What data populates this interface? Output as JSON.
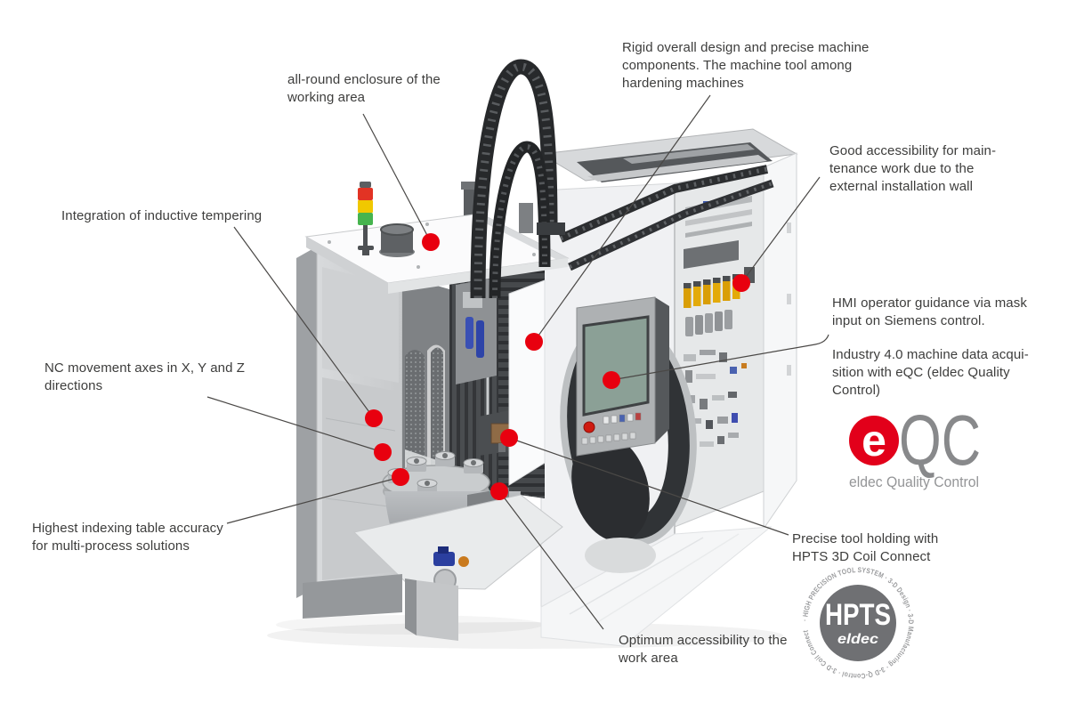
{
  "annotations": {
    "enclosure": {
      "text": "all-round enclosure of the\nworking area"
    },
    "rigid": {
      "text": "Rigid overall design and precise machine\ncomponents. The machine tool among\nhardening machines"
    },
    "maintenance": {
      "text": "Good accessibility for main-\ntenance work due to the\nexternal installation wall"
    },
    "tempering": {
      "text": "Integration of inductive tempering"
    },
    "hmi": {
      "text": "HMI operator guidance via mask\ninput on Siemens control."
    },
    "industry40": {
      "text": "Industry 4.0 machine data acqui-\nsition with eQC (eldec Quality\nControl)"
    },
    "nc_axes": {
      "text": "NC movement axes in X, Y and Z\ndirections"
    },
    "indexing": {
      "text": "Highest indexing table accuracy\nfor multi-process solutions"
    },
    "tool_holding": {
      "text": "Precise tool holding with\nHPTS 3D Coil Connect"
    },
    "work_area": {
      "text": "Optimum accessibility to the\nwork area"
    }
  },
  "logos": {
    "eqc": {
      "e": "e",
      "qc": "QC",
      "caption": "eldec Quality Control",
      "circle_color": "#e2001a",
      "letters_color": "#88898b",
      "caption_color": "#949597"
    },
    "hpts": {
      "title": "HPTS",
      "brand": "eldec",
      "ring_text": "· HIGH PRECISION TOOL SYSTEM · 3-D Design · 3-D Manufacturing · 3-D Q-Control · 3-D Coil Connect",
      "badge_color": "#6f7073",
      "ring_text_color": "#9a9b9d"
    }
  },
  "markers": {
    "color": "#e8000f",
    "count": 9
  },
  "style": {
    "leader_line_color": "#4a4846",
    "label_text_color": "#3d3d3c"
  }
}
